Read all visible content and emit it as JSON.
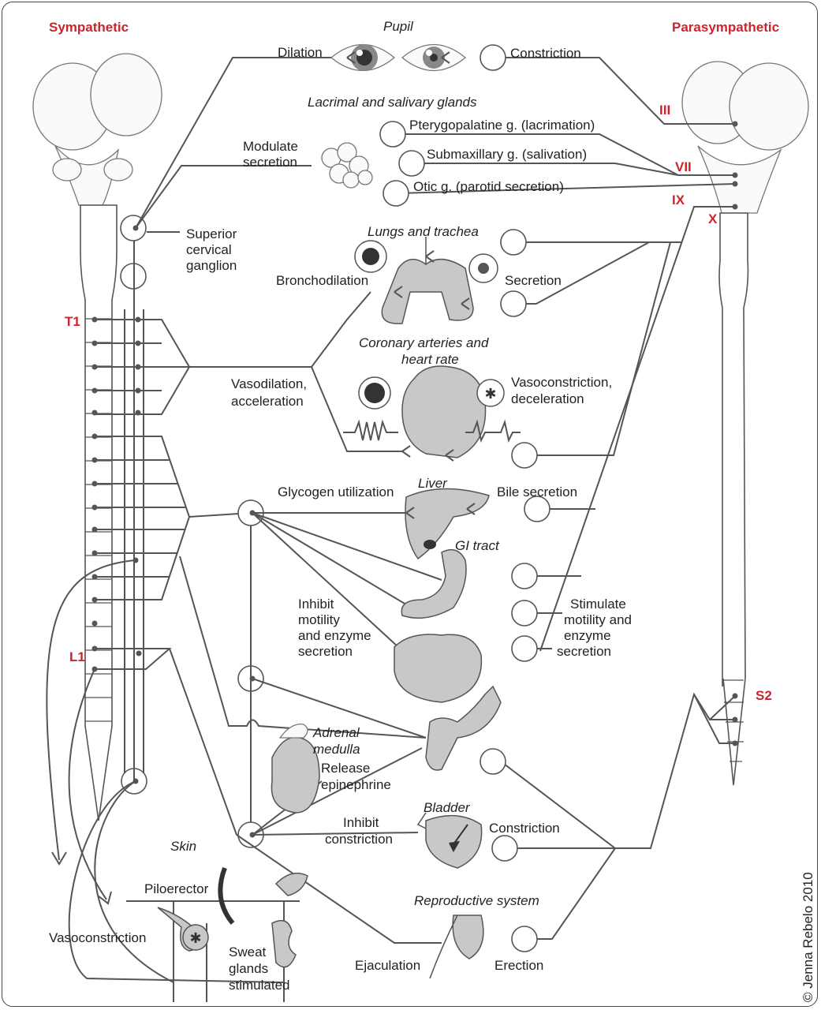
{
  "titles": {
    "sympathetic": "Sympathetic",
    "parasympathetic": "Parasympathetic"
  },
  "cord_levels": {
    "t1": "T1",
    "l1": "L1",
    "s2": "S2"
  },
  "cranial_nerves": {
    "iii": "III",
    "vii": "VII",
    "ix": "IX",
    "x": "X"
  },
  "organs": {
    "pupil": "Pupil",
    "glands": "Lacrimal and salivary glands",
    "lungs": "Lungs and trachea",
    "heart_line1": "Coronary arteries and",
    "heart_line2": "heart rate",
    "liver": "Liver",
    "gi": "GI tract",
    "adrenal_line1": "Adrenal",
    "adrenal_line2": "medulla",
    "bladder": "Bladder",
    "skin": "Skin",
    "repro": "Reproductive system"
  },
  "effects": {
    "dilation": "Dilation",
    "constriction_pupil": "Constriction",
    "modulate_line1": "Modulate",
    "modulate_line2": "secretion",
    "pterygo": "Pterygopalatine g. (lacrimation)",
    "submax": "Submaxillary g. (salivation)",
    "otic": "Otic g. (parotid secretion)",
    "scg_line1": "Superior",
    "scg_line2": "cervical",
    "scg_line3": "ganglion",
    "bronchodilation": "Bronchodilation",
    "secretion": "Secretion",
    "vasodil_line1": "Vasodilation,",
    "vasodil_line2": "acceleration",
    "vasocon_line1": "Vasoconstriction,",
    "vasocon_line2": "deceleration",
    "glycogen": "Glycogen utilization",
    "bile": "Bile secretion",
    "inhibit_line1": "Inhibit",
    "inhibit_line2": "motility",
    "inhibit_line3": "and enzyme",
    "inhibit_line4": "secretion",
    "stim_line1": "Stimulate",
    "stim_line2": "motility and",
    "stim_line3": "enzyme",
    "stim_line4": "secretion",
    "release_line1": "Release",
    "release_line2": "epinephrine",
    "inhibit_con_line1": "Inhibit",
    "inhibit_con_line2": "constriction",
    "constriction_bladder": "Constriction",
    "piloerector": "Piloerector",
    "vasoconstriction_skin": "Vasoconstriction",
    "sweat_line1": "Sweat",
    "sweat_line2": "glands",
    "sweat_line3": "stimulated",
    "ejaculation": "Ejaculation",
    "erection": "Erection"
  },
  "credit": "© Jenna Rebelo 2010"
}
